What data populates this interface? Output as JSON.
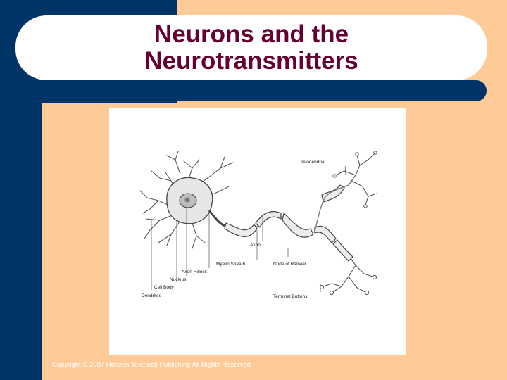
{
  "slide": {
    "title_line1": "Neurons and the",
    "title_line2": "Neurotransmitters",
    "copyright": "Copyright © 2007 Horizon Textbook Publishing All Rights Reserved"
  },
  "diagram": {
    "labels": {
      "telodendria": "Telodendria",
      "axon": "Axon",
      "myelin_sheath": "Myelin Sheath",
      "node_of_ranvier": "Node of Ranvier",
      "axon_hillock": "Axon Hillock",
      "nucleus": "Nucleus",
      "cell_body": "Cell Body",
      "dendrites": "Dendrites",
      "terminal_buttons": "Terminal Buttons"
    }
  },
  "colors": {
    "navy": "#003366",
    "peach": "#FECB98",
    "title": "#660033"
  }
}
